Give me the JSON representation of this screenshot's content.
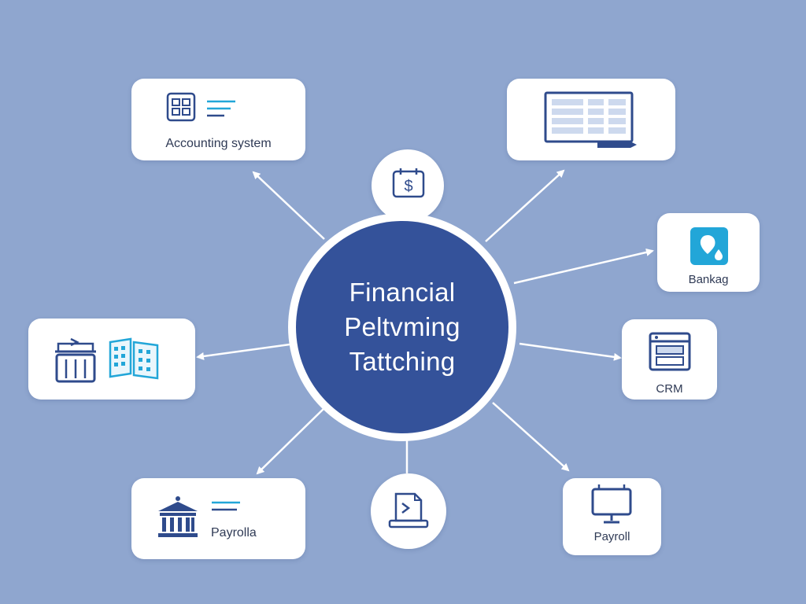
{
  "hub": {
    "line1": "Financial",
    "line2": "Peltvming",
    "line3": "Tattching"
  },
  "nodes": {
    "accounting": {
      "label": "Accounting system",
      "icon": "calculator-icon"
    },
    "spreadsheet": {
      "label": "",
      "icon": "spreadsheet-icon"
    },
    "banking": {
      "label": "Bankag",
      "icon": "bank-app-icon"
    },
    "crm": {
      "label": "CRM",
      "icon": "browser-window-icon"
    },
    "payroll_right": {
      "label": "Payroll",
      "icon": "monitor-icon"
    },
    "terminal": {
      "label": "",
      "icon": "terminal-icon"
    },
    "payroll_left": {
      "label": "Payrolla",
      "icon": "bank-building-icon"
    },
    "basket": {
      "label": "",
      "icon": "basket-icon"
    },
    "invoice": {
      "label": "",
      "icon": "invoice-dollar-icon"
    }
  },
  "colors": {
    "background": "#8fa6cf",
    "hub": "#34529a",
    "icon_navy": "#2f4b8c",
    "icon_cyan": "#22a6d8",
    "arrow": "#ffffff"
  }
}
